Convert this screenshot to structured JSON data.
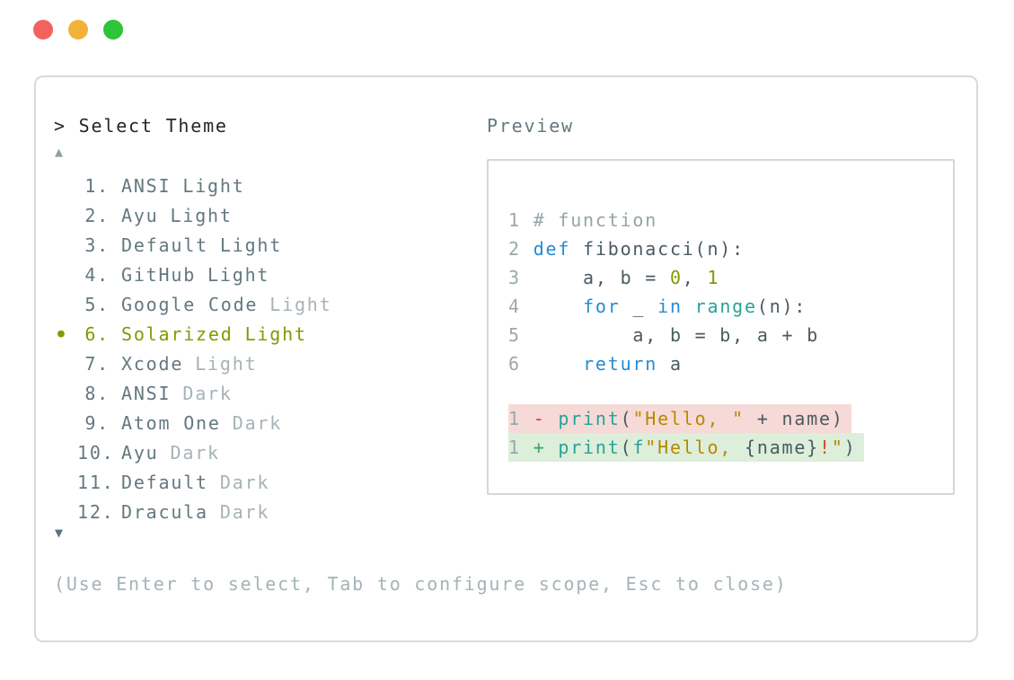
{
  "window": {
    "traffic_lights": [
      {
        "name": "close",
        "color": "#f4625d"
      },
      {
        "name": "minimize",
        "color": "#f2b239"
      },
      {
        "name": "zoom",
        "color": "#2dc437"
      }
    ]
  },
  "prompt": {
    "text": "> Select Theme"
  },
  "list": {
    "scroll_up_icon": "▲",
    "scroll_down_icon": "▼",
    "selected_marker": "●",
    "items": [
      {
        "num": "1.",
        "name": "ANSI",
        "variant": "Light",
        "dim_variant": false,
        "selected": false
      },
      {
        "num": "2.",
        "name": "Ayu",
        "variant": "Light",
        "dim_variant": false,
        "selected": false
      },
      {
        "num": "3.",
        "name": "Default",
        "variant": "Light",
        "dim_variant": false,
        "selected": false
      },
      {
        "num": "4.",
        "name": "GitHub",
        "variant": "Light",
        "dim_variant": false,
        "selected": false
      },
      {
        "num": "5.",
        "name": "Google Code",
        "variant": "Light",
        "dim_variant": true,
        "selected": false
      },
      {
        "num": "6.",
        "name": "Solarized",
        "variant": "Light",
        "dim_variant": false,
        "selected": true
      },
      {
        "num": "7.",
        "name": "Xcode",
        "variant": "Light",
        "dim_variant": true,
        "selected": false
      },
      {
        "num": "8.",
        "name": "ANSI",
        "variant": "Dark",
        "dim_variant": true,
        "selected": false
      },
      {
        "num": "9.",
        "name": "Atom One",
        "variant": "Dark",
        "dim_variant": true,
        "selected": false
      },
      {
        "num": "10.",
        "name": "Ayu",
        "variant": "Dark",
        "dim_variant": true,
        "selected": false
      },
      {
        "num": "11.",
        "name": "Default",
        "variant": "Dark",
        "dim_variant": true,
        "selected": false
      },
      {
        "num": "12.",
        "name": "Dracula",
        "variant": "Dark",
        "dim_variant": true,
        "selected": false
      }
    ]
  },
  "preview": {
    "label": "Preview",
    "code_lines": [
      {
        "num": "1",
        "tokens": [
          [
            "comment",
            "# function"
          ]
        ]
      },
      {
        "num": "2",
        "tokens": [
          [
            "kw",
            "def"
          ],
          [
            "plain",
            " fibonacci(n):"
          ]
        ]
      },
      {
        "num": "3",
        "tokens": [
          [
            "plain",
            "    a, b = "
          ],
          [
            "num",
            "0"
          ],
          [
            "plain",
            ", "
          ],
          [
            "num",
            "1"
          ]
        ]
      },
      {
        "num": "4",
        "tokens": [
          [
            "plain",
            "    "
          ],
          [
            "kw",
            "for"
          ],
          [
            "plain",
            " _ "
          ],
          [
            "kw",
            "in"
          ],
          [
            "plain",
            " "
          ],
          [
            "fn",
            "range"
          ],
          [
            "plain",
            "(n):"
          ]
        ]
      },
      {
        "num": "5",
        "tokens": [
          [
            "plain",
            "        a, b = b, a + b"
          ]
        ]
      },
      {
        "num": "6",
        "tokens": [
          [
            "plain",
            "    "
          ],
          [
            "kw",
            "return"
          ],
          [
            "plain",
            " a"
          ]
        ]
      },
      {
        "spacer": true
      },
      {
        "num": "1",
        "bg": "removed",
        "tokens": [
          [
            "del",
            "- "
          ],
          [
            "fn",
            "print"
          ],
          [
            "plain",
            "("
          ],
          [
            "str",
            "\"Hello, \""
          ],
          [
            "plain",
            " + name)"
          ]
        ]
      },
      {
        "num": "1",
        "bg": "added",
        "tokens": [
          [
            "add",
            "+ "
          ],
          [
            "fn",
            "print"
          ],
          [
            "plain",
            "("
          ],
          [
            "fn",
            "f"
          ],
          [
            "str",
            "\"Hello, "
          ],
          [
            "plain",
            "{name}"
          ],
          [
            "orange",
            "!"
          ],
          [
            "str",
            "\""
          ],
          [
            "plain",
            ")"
          ]
        ]
      }
    ]
  },
  "hint": "(Use Enter to select, Tab to configure scope, Esc to close)",
  "colors": {
    "accent_selected": "#859900",
    "list_text": "#64787f",
    "dim_text": "#a6b3b7",
    "prompt_text": "#22282c",
    "keyword": "#268bd2",
    "function": "#2aa198",
    "number": "#859900",
    "string": "#b58900",
    "comment": "#96a4a8",
    "diff_removed_bg": "#f6dad8",
    "diff_added_bg": "#ddeeda",
    "diff_minus": "#dc322f",
    "diff_plus": "#3da45c",
    "panel_border": "#d9d9d9",
    "preview_border": "#d4d7d8"
  }
}
